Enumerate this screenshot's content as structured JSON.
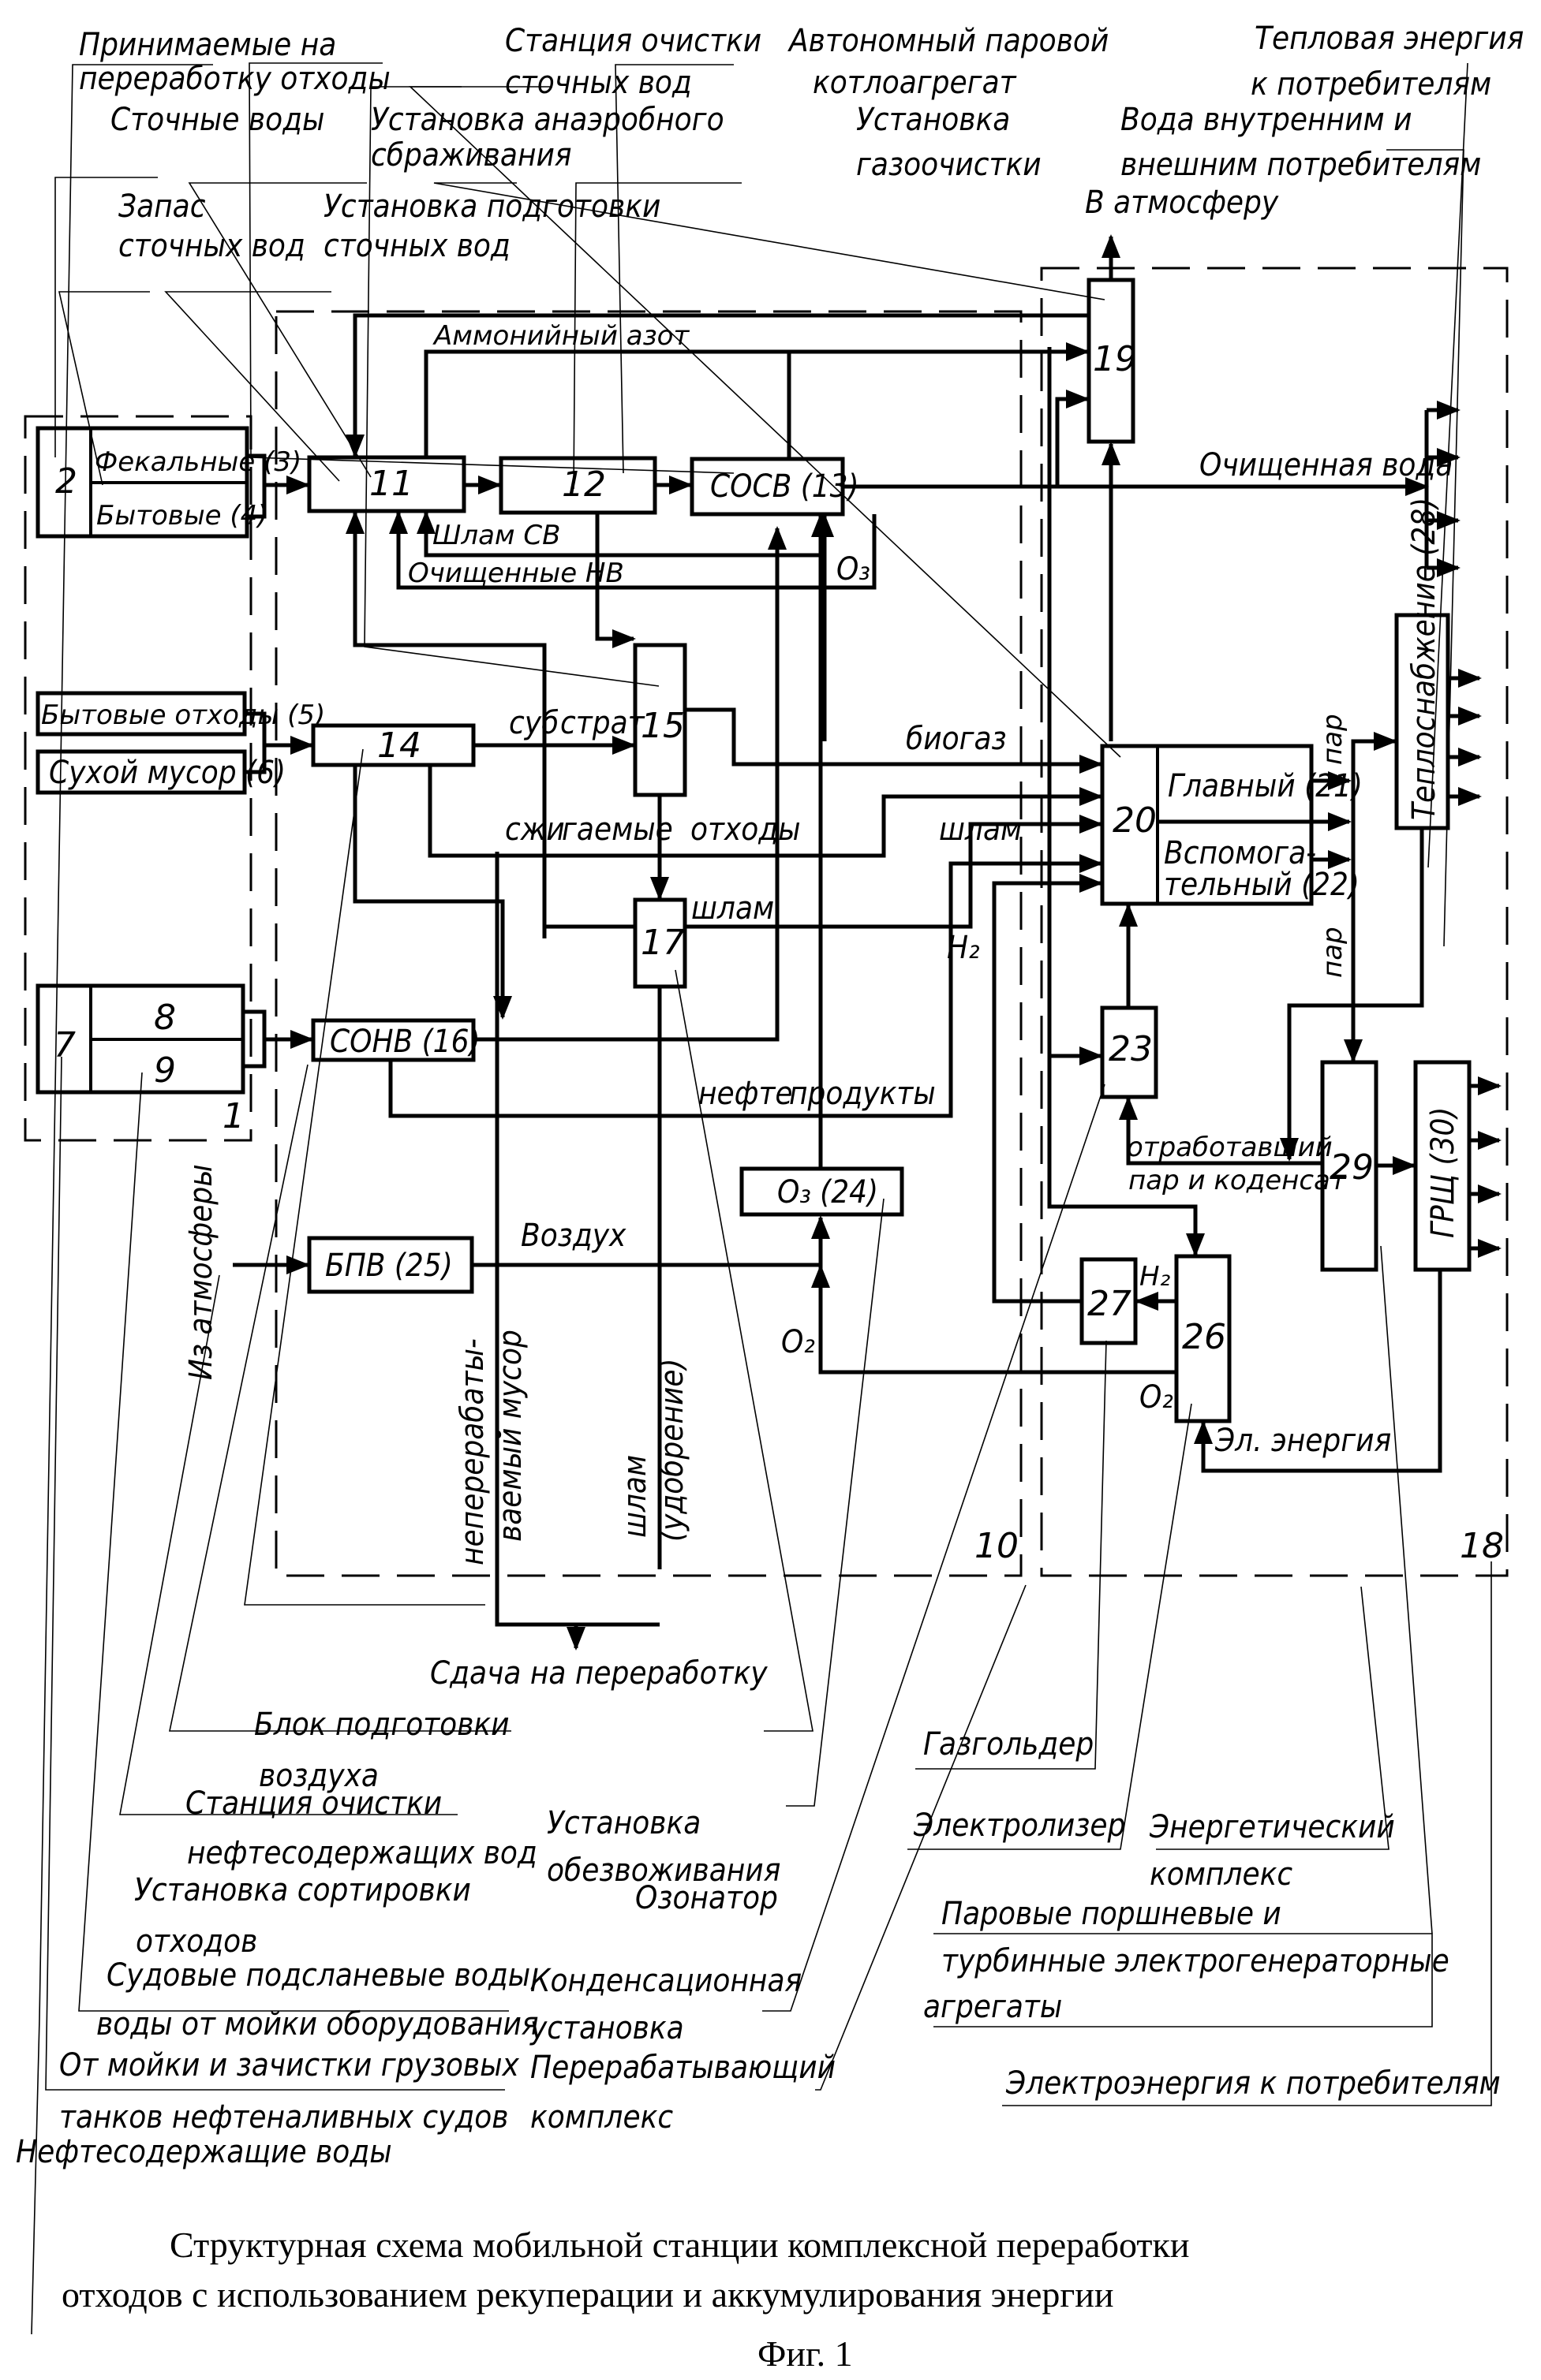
{
  "callouts": {
    "accepted_waste": [
      "Принимаемые на",
      "переработку отходы"
    ],
    "sewage": "Сточные воды",
    "sewage_reserve": [
      "Запас",
      "сточных вод"
    ],
    "sewage_prep": [
      "Установка подготовки",
      "сточных вод"
    ],
    "anaerobic": [
      "Установка анаэробного",
      "сбраживания"
    ],
    "sewage_station": [
      "Станция очистки",
      "сточных вод"
    ],
    "boiler": [
      "Автономный паровой",
      "котлоагрегат"
    ],
    "gas_cleaning": [
      "Установка",
      "газоочистки"
    ],
    "water_consumers": [
      "Вода внутренним и",
      "внешним потребителям"
    ],
    "heat_energy": [
      "Тепловая энергия",
      "к потребителям"
    ],
    "to_atmosphere": "В атмосферу",
    "air_prep": [
      "Блок подготовки",
      "воздуха"
    ],
    "oil_water_station": [
      "Станция очистки",
      "нефтесодержащих вод"
    ],
    "sorting": [
      "Установка сортировки",
      "отходов"
    ],
    "bilge": [
      "Судовые подсланевые воды,",
      "воды от мойки оборудования"
    ],
    "tank_wash": [
      "От мойки и зачистки грузовых",
      "танков нефтеналивных судов"
    ],
    "oily_water": "Нефтесодержащие воды",
    "dewatering": [
      "Установка",
      "обезвоживания"
    ],
    "ozonator": "Озонатор",
    "condensation": [
      "Конденсационная",
      "установка"
    ],
    "processing_complex": [
      "Перерабатывающий",
      "комплекс"
    ],
    "gasholder": "Газгольдер",
    "electrolyzer": "Электролизер",
    "energy_complex": [
      "Энергетический",
      "комплекс"
    ],
    "steam_generators": [
      "Паровые поршневые и",
      "турбинные электрогенераторные",
      "агрегаты"
    ],
    "power_consumers": "Электроэнергия к потребителям",
    "handover": "Сдача на переработку"
  },
  "blocks": {
    "b2": "2",
    "b3": "Фекальные (3)",
    "b4": "Бытовые (4)",
    "b5": "Бытовые отходы (5)",
    "b6": "Сухой мусор (6)",
    "b7": "7",
    "b8": "8",
    "b9": "9",
    "b1": "1",
    "b11": "11",
    "b12": "12",
    "b13": "СОСВ (13)",
    "b14": "14",
    "b15": "15",
    "b16": "СОНВ (16)",
    "b17": "17",
    "b19": "19",
    "b20": "20",
    "b21": "Главный (21)",
    "b22a": "Вспомога-",
    "b22b": "тельный (22)",
    "b23": "23",
    "b24": "O₃ (24)",
    "b25": "БПВ (25)",
    "b26": "26",
    "b27": "27",
    "b28": "Теплоснабжение (28)",
    "b29": "29",
    "b30": "ГРЩ (30)",
    "b10": "10",
    "b18": "18"
  },
  "flows": {
    "ammonium": "Аммонийный азот",
    "sludge_sv": "Шлам СВ",
    "cleaned_nv": "Очищенные НВ",
    "cleaned_water": "Очищенная вода",
    "o3": "O₃",
    "substrate_a": "суб",
    "substrate_b": "страт",
    "biogas": "биогаз",
    "burn_a": "сжи",
    "burn_b": "гаемые",
    "burn_c": "отходы",
    "sludge1": "шлам",
    "sludge2": "шлам",
    "h2": "H₂",
    "h2b": "H₂",
    "oil_a": "нефте",
    "oil_b": "продукты",
    "steam1": "пар",
    "steam2": "пар",
    "exhaust_a": "отработавший",
    "exhaust_b": "пар и коденсат",
    "air": "Воздух",
    "from_atm": "Из атмосферы",
    "o2a": "O₂",
    "o2b": "O₂",
    "el_energy": "Эл. энергия",
    "nonrecyclable_a": "неперерабаты-",
    "nonrecyclable_b": "ваемый мусор",
    "fertilizer_a": "шлам",
    "fertilizer_b": "(удобрение)"
  },
  "caption": {
    "line1": "Структурная схема мобильной станции комплексной переработки",
    "line2": "отходов с использованием рекуперации и аккумулирования энергии",
    "fig": "Фиг. 1"
  }
}
